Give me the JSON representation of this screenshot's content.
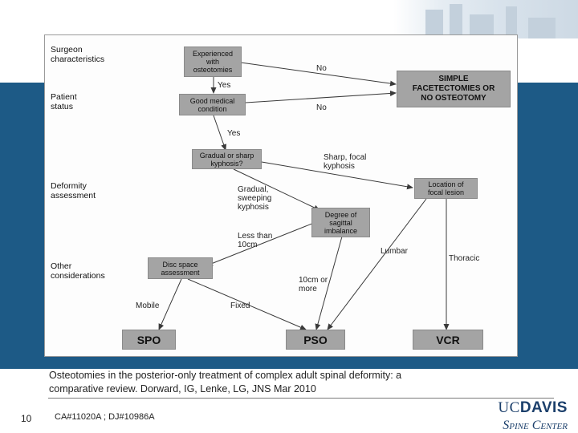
{
  "slide": {
    "number": "10",
    "reference_code": "CA#11020A ; DJ#10986A",
    "caption_line1": "Osteotomies in the posterior-only treatment of complex adult spinal deformity: a",
    "caption_line2": "comparative review. Dorward, IG, Lenke, LG, JNS Mar 2010",
    "logo_uc": "UC",
    "logo_davis": "DAVIS",
    "logo_spine_center": "Spine Center",
    "band_color": "#1d5a86",
    "logo_color": "#1b3f6b"
  },
  "diagram": {
    "categories": {
      "surgeon": [
        "Surgeon",
        "characteristics"
      ],
      "patient": [
        "Patient",
        "status"
      ],
      "deformity": [
        "Deformity",
        "assessment"
      ],
      "other": [
        "Other",
        "considerations"
      ]
    },
    "nodes": {
      "experienced": [
        "Experienced",
        "with",
        "osteotomies"
      ],
      "good_medical": [
        "Good medical",
        "condition"
      ],
      "gradual_sharp": [
        "Gradual or sharp",
        "kyphosis?"
      ],
      "location": [
        "Location of",
        "focal lesion"
      ],
      "degree": [
        "Degree of",
        "sagittal",
        "imbalance"
      ],
      "disc_space": [
        "Disc space",
        "assessment"
      ],
      "simple": [
        "SIMPLE",
        "FACETECTOMIES OR",
        "NO OSTEOTOMY"
      ],
      "spo": "SPO",
      "pso": "PSO",
      "vcr": "VCR"
    },
    "edge_labels": {
      "no1": "No",
      "yes1": "Yes",
      "no2": "No",
      "yes2": "Yes",
      "sharp_focal": [
        "Sharp, focal",
        "kyphosis"
      ],
      "gradual_sweeping": [
        "Gradual,",
        "sweeping",
        "kyphosis"
      ],
      "less_than": [
        "Less than",
        "10cm"
      ],
      "lumbar": "Lumbar",
      "thoracic": "Thoracic",
      "ten_cm_more": [
        "10cm or",
        "more"
      ],
      "mobile": "Mobile",
      "fixed": "Fixed"
    },
    "colors": {
      "box_fill": "#a4a4a4",
      "line": "#3a3a3a"
    }
  }
}
